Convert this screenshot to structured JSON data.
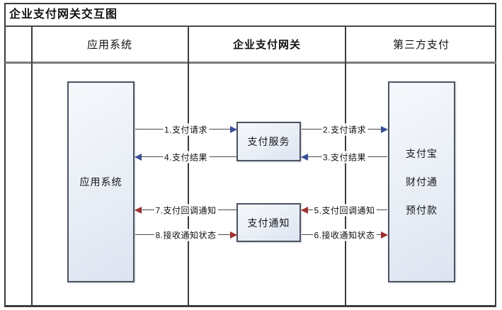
{
  "title": "企业支付网关交互图",
  "columns": [
    {
      "label": "应用系统"
    },
    {
      "label": "企业支付网关"
    },
    {
      "label": "第三方支付"
    }
  ],
  "nodes": {
    "app_system": {
      "label": "应用系统"
    },
    "pay_service": {
      "label": "支付服务"
    },
    "pay_notify": {
      "label": "支付通知"
    },
    "third_party": {
      "lines": [
        "支付宝",
        "财付通",
        "预付款"
      ]
    }
  },
  "arrows": [
    {
      "label": "1.支付请求",
      "from": "应用系统",
      "to": "支付服务",
      "direction": "right",
      "color": "navy"
    },
    {
      "label": "2.支付请求",
      "from": "支付服务",
      "to": "第三方支付",
      "direction": "right",
      "color": "navy"
    },
    {
      "label": "3.支付结果",
      "from": "第三方支付",
      "to": "支付服务",
      "direction": "left",
      "color": "navy"
    },
    {
      "label": "4.支付结果",
      "from": "支付服务",
      "to": "应用系统",
      "direction": "left",
      "color": "navy"
    },
    {
      "label": "5.支付回调通知",
      "from": "第三方支付",
      "to": "支付通知",
      "direction": "left",
      "color": "red"
    },
    {
      "label": "6.接收通知状态",
      "from": "支付通知",
      "to": "第三方支付",
      "direction": "right",
      "color": "red"
    },
    {
      "label": "7.支付回调通知",
      "from": "支付通知",
      "to": "应用系统",
      "direction": "left",
      "color": "red"
    },
    {
      "label": "8.接收通知状态",
      "from": "应用系统",
      "to": "支付通知",
      "direction": "right",
      "color": "red"
    }
  ],
  "colors": {
    "arrow_navy": "#3a4f97",
    "arrow_red": "#993230",
    "line": "#4a4a4a",
    "box_fill": "#e9eef6",
    "box_border": "#4b5260"
  }
}
